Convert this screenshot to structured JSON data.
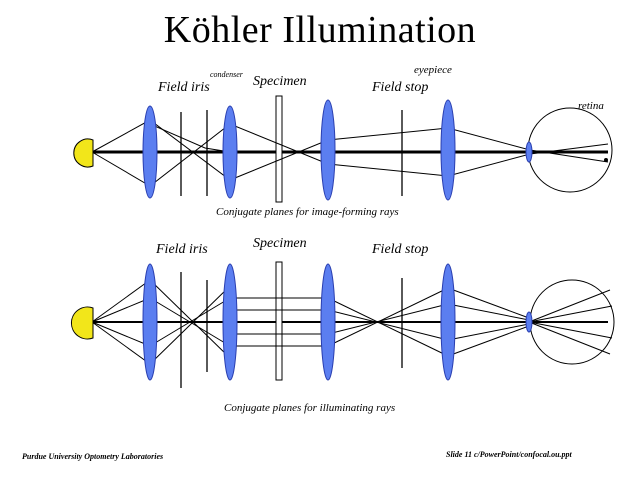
{
  "title": "Köhler Illumination",
  "top_diagram": {
    "labels": {
      "field_iris": "Field iris",
      "condenser": "condenser",
      "specimen": "Specimen",
      "field_stop": "Field stop",
      "eyepiece": "eyepiece",
      "retina": "retina"
    },
    "caption": "Conjugate planes for image-forming rays"
  },
  "bottom_diagram": {
    "labels": {
      "field_iris": "Field iris",
      "specimen": "Specimen",
      "field_stop": "Field stop"
    },
    "caption": "Conjugate planes for illuminating rays"
  },
  "footer": {
    "left": "Purdue University Optometry Laboratories",
    "right": "Slide 11 c/PowerPoint/confocal.ou.ppt"
  },
  "colors": {
    "lens": "#5b7ef0",
    "lens_stroke": "#2a3fb0",
    "bulb": "#f2e61a",
    "ray": "#000000"
  }
}
